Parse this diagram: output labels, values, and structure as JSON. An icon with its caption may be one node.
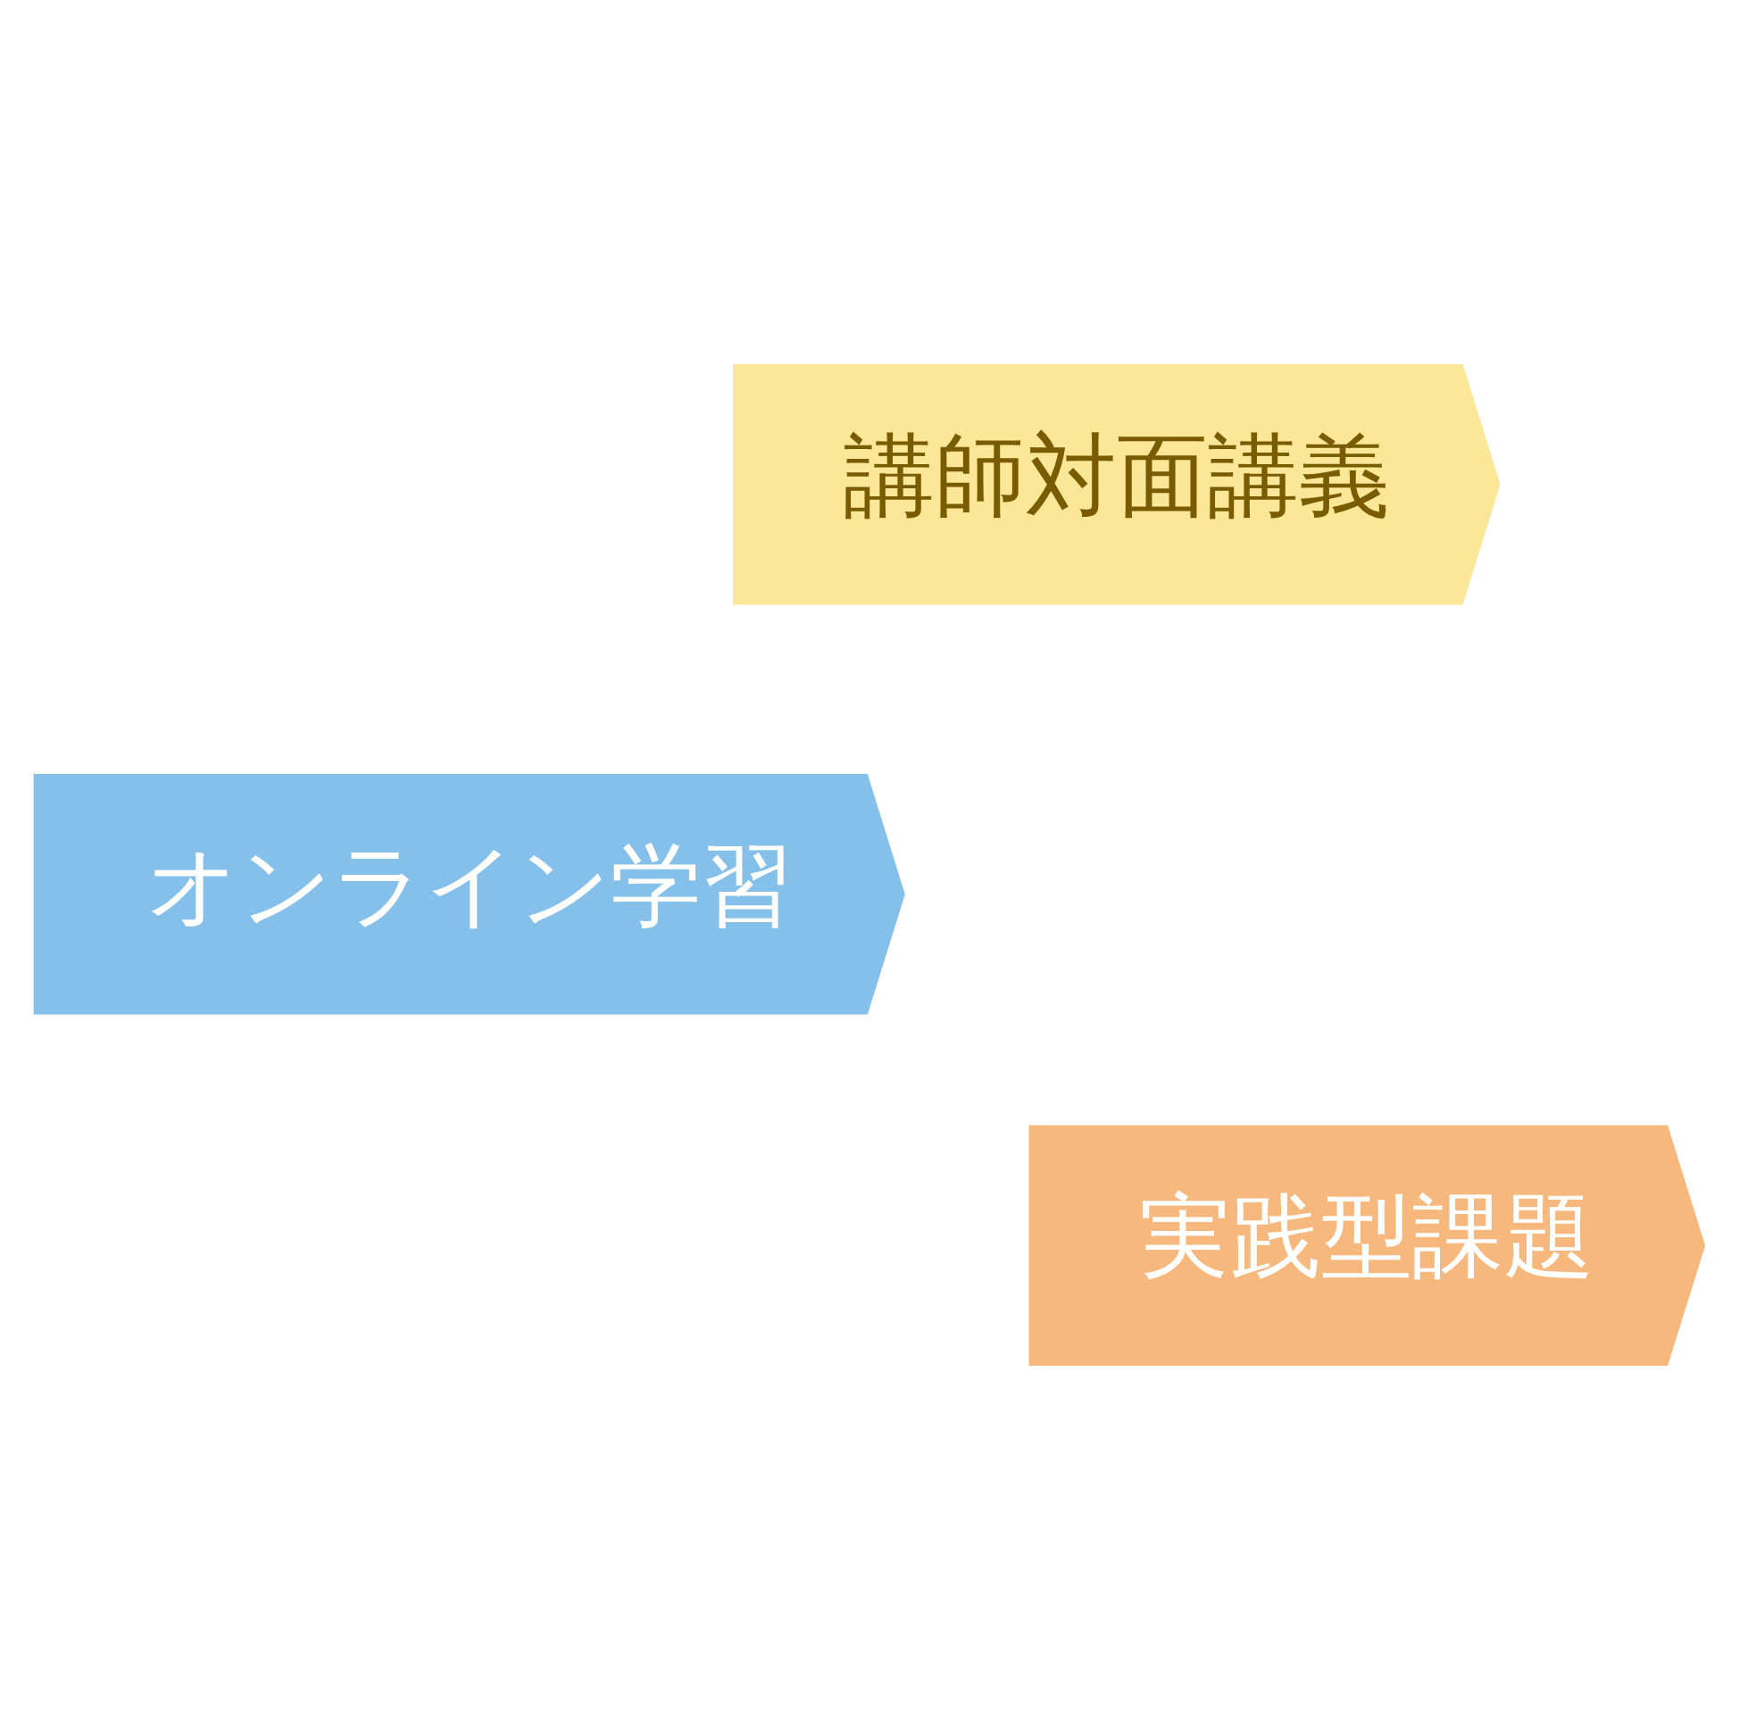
{
  "diagram": {
    "nodes": [
      {
        "text": [
          "オンライン学習"
        ]
      },
      {
        "text": [
          "実践型課題"
        ]
      },
      {
        "text": [
          "講師対面講義"
        ]
      }
    ]
  }
}
